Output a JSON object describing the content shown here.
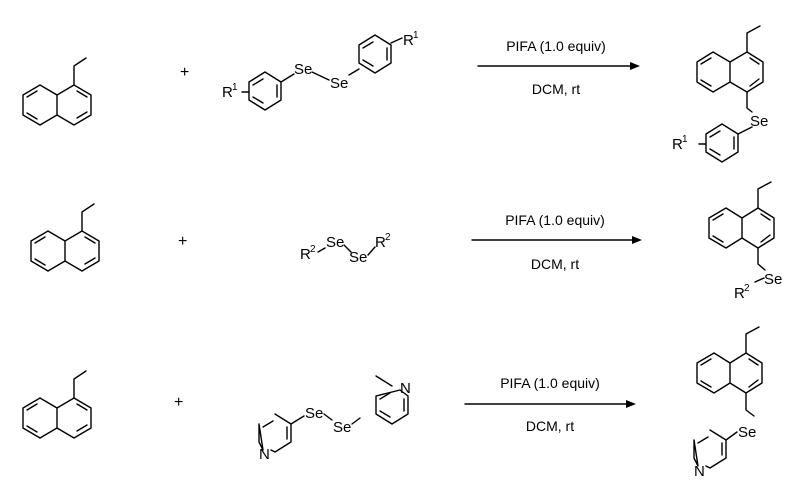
{
  "reactions": [
    {
      "plus": "+",
      "reagent": {
        "atom1": "Se",
        "atom2": "Se",
        "r_label": "R",
        "r_sup": "1"
      },
      "conditions": {
        "above": "PIFA (1.0 equiv)",
        "below": "DCM, rt"
      },
      "product": {
        "se": "Se",
        "r_label": "R",
        "r_sup": "1"
      }
    },
    {
      "plus": "+",
      "reagent": {
        "atom1": "Se",
        "atom2": "Se",
        "r_label": "R",
        "r_sup": "2"
      },
      "conditions": {
        "above": "PIFA (1.0 equiv)",
        "below": "DCM, rt"
      },
      "product": {
        "se": "Se",
        "r_label": "R",
        "r_sup": "2"
      }
    },
    {
      "plus": "+",
      "reagent": {
        "atom1": "Se",
        "atom2": "Se",
        "n_label": "N"
      },
      "conditions": {
        "above": "PIFA (1.0 equiv)",
        "below": "DCM, rt"
      },
      "product": {
        "se": "Se",
        "n_label": "N"
      }
    }
  ]
}
